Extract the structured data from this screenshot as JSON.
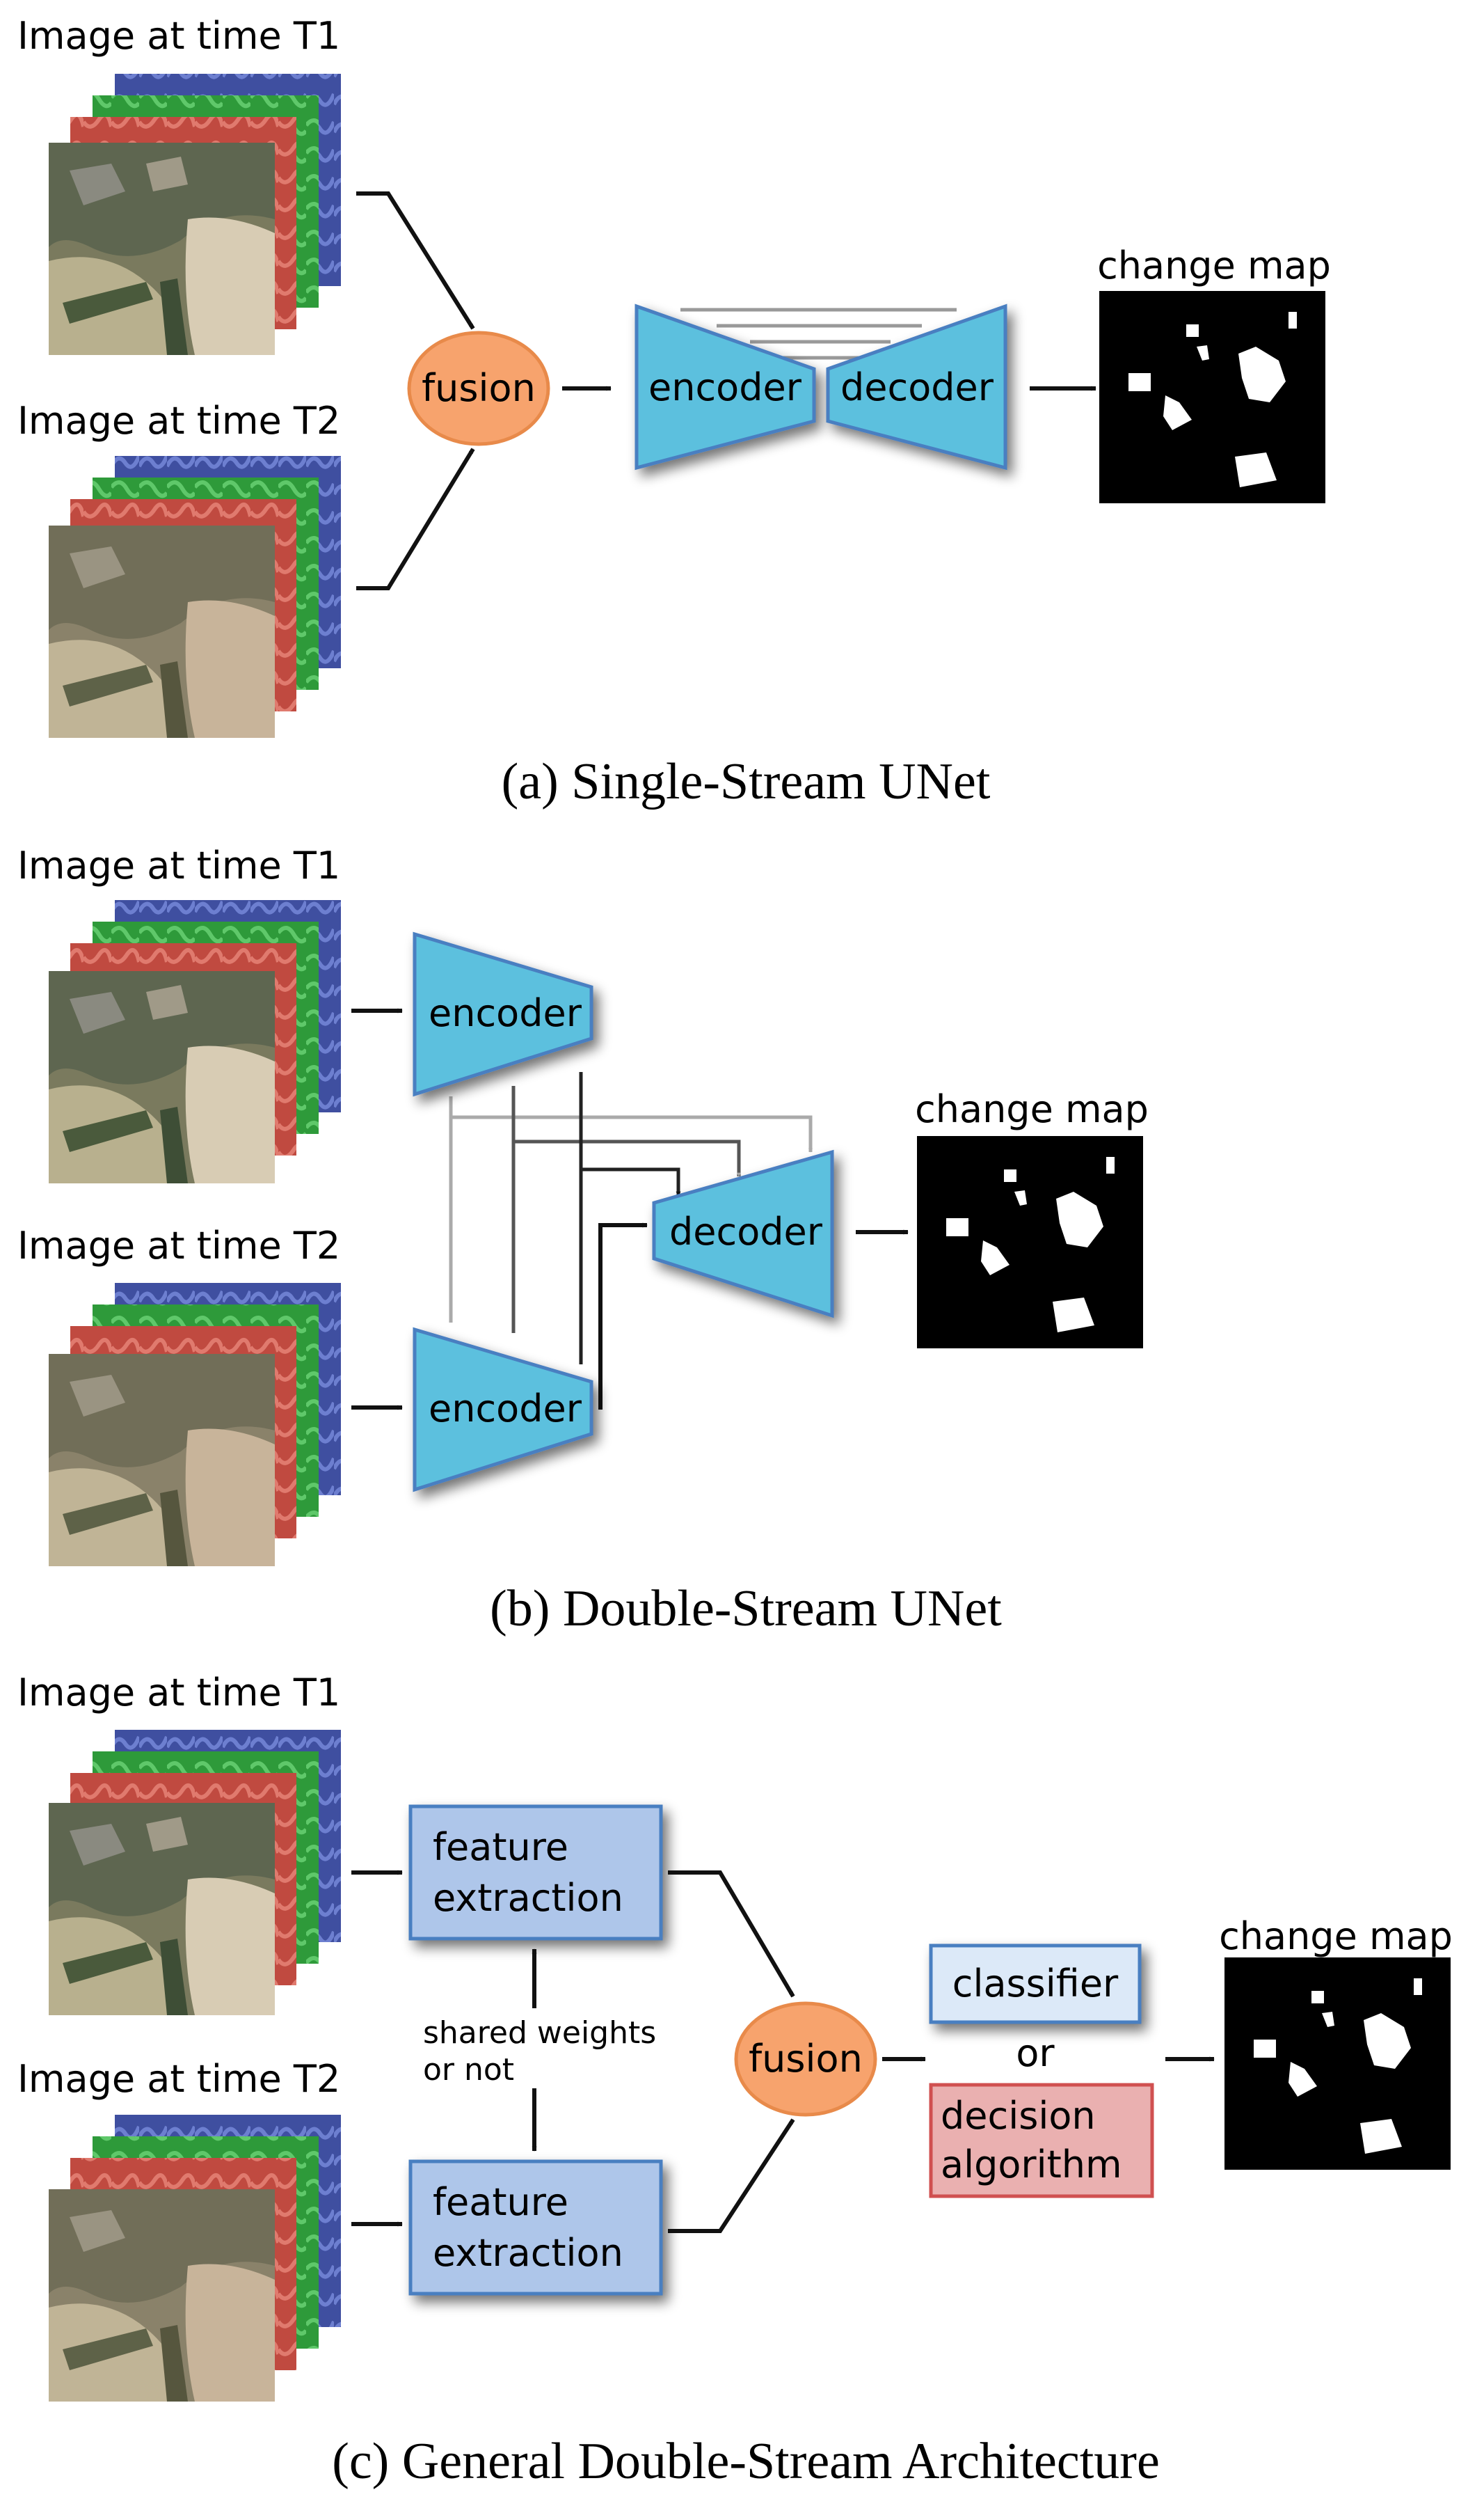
{
  "panels": {
    "a": {
      "caption": "(a) Single-Stream UNet",
      "image_t1_label": "Image at time T1",
      "image_t2_label": "Image at time T2",
      "fusion_label": "fusion",
      "encoder_label": "encoder",
      "decoder_label": "decoder",
      "change_map_label": "change map"
    },
    "b": {
      "caption": "(b) Double-Stream UNet",
      "image_t1_label": "Image at time T1",
      "image_t2_label": "Image at time T2",
      "encoder_top_label": "encoder",
      "encoder_bottom_label": "encoder",
      "decoder_label": "decoder",
      "change_map_label": "change map"
    },
    "c": {
      "caption": "(c) General Double-Stream Architecture",
      "image_t1_label": "Image at time T1",
      "image_t2_label": "Image at time T2",
      "feature_top_line1": "feature",
      "feature_top_line2": "extraction",
      "feature_bottom_line1": "feature",
      "feature_bottom_line2": "extraction",
      "shared_line1": "shared weights",
      "shared_line2": "or not",
      "fusion_label": "fusion",
      "classifier_label": "classifier",
      "or_label": "or",
      "decision_line1": "decision",
      "decision_line2": "algorithm",
      "change_map_label": "change map"
    }
  },
  "colors": {
    "unet_block": "#5bc0de",
    "unet_block_border": "#4a7fc1",
    "fusion_fill": "#f7a36d",
    "feature_box": "#aec6ea",
    "classifier_box": "#dce9f8",
    "decision_box": "#eab0b0"
  }
}
